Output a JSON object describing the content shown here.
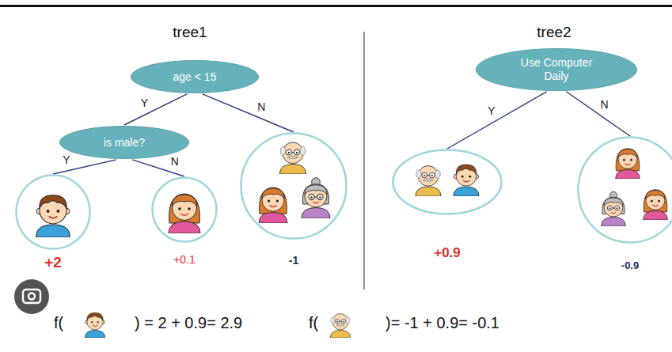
{
  "diagram": {
    "nodes": [
      {
        "text": [
          "age < 15"
        ]
      },
      {
        "text": [
          "is male?"
        ]
      },
      {
        "text": [
          "+2"
        ]
      },
      {
        "text": [
          "+0.1"
        ]
      },
      {
        "text": [
          "-1"
        ]
      },
      {
        "text": [
          "Use Computer Daily"
        ]
      },
      {
        "text": [
          "+0.9"
        ]
      },
      {
        "text": [
          "-0.9"
        ]
      }
    ],
    "edges": [
      {
        "from": 0,
        "to": 1,
        "arrow": "none",
        "label": "Y"
      },
      {
        "from": 0,
        "to": 4,
        "arrow": "none",
        "label": "N"
      },
      {
        "from": 1,
        "to": 2,
        "arrow": "none",
        "label": "Y"
      },
      {
        "from": 1,
        "to": 3,
        "arrow": "none",
        "label": "N"
      },
      {
        "from": 5,
        "to": 6,
        "arrow": "none",
        "label": "Y"
      },
      {
        "from": 5,
        "to": 7,
        "arrow": "none",
        "label": "N"
      }
    ],
    "labels": [
      "tree1",
      "tree2",
      "f(",
      ") = 2 + 0.9= 2.9",
      "f(",
      ")= -1 + 0.9= -0.1"
    ]
  }
}
